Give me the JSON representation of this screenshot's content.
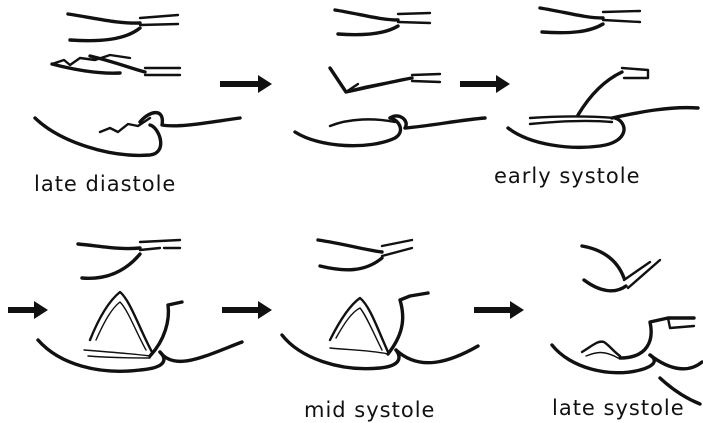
{
  "labels": {
    "late_diastole": "late diastole",
    "early_systole": "early systole",
    "mid_systole": "mid systole",
    "late_systole": "late systole"
  },
  "arrow_icon": "right-arrow-icon",
  "colors": {
    "ink": "#111111",
    "background": "#ffffff"
  }
}
